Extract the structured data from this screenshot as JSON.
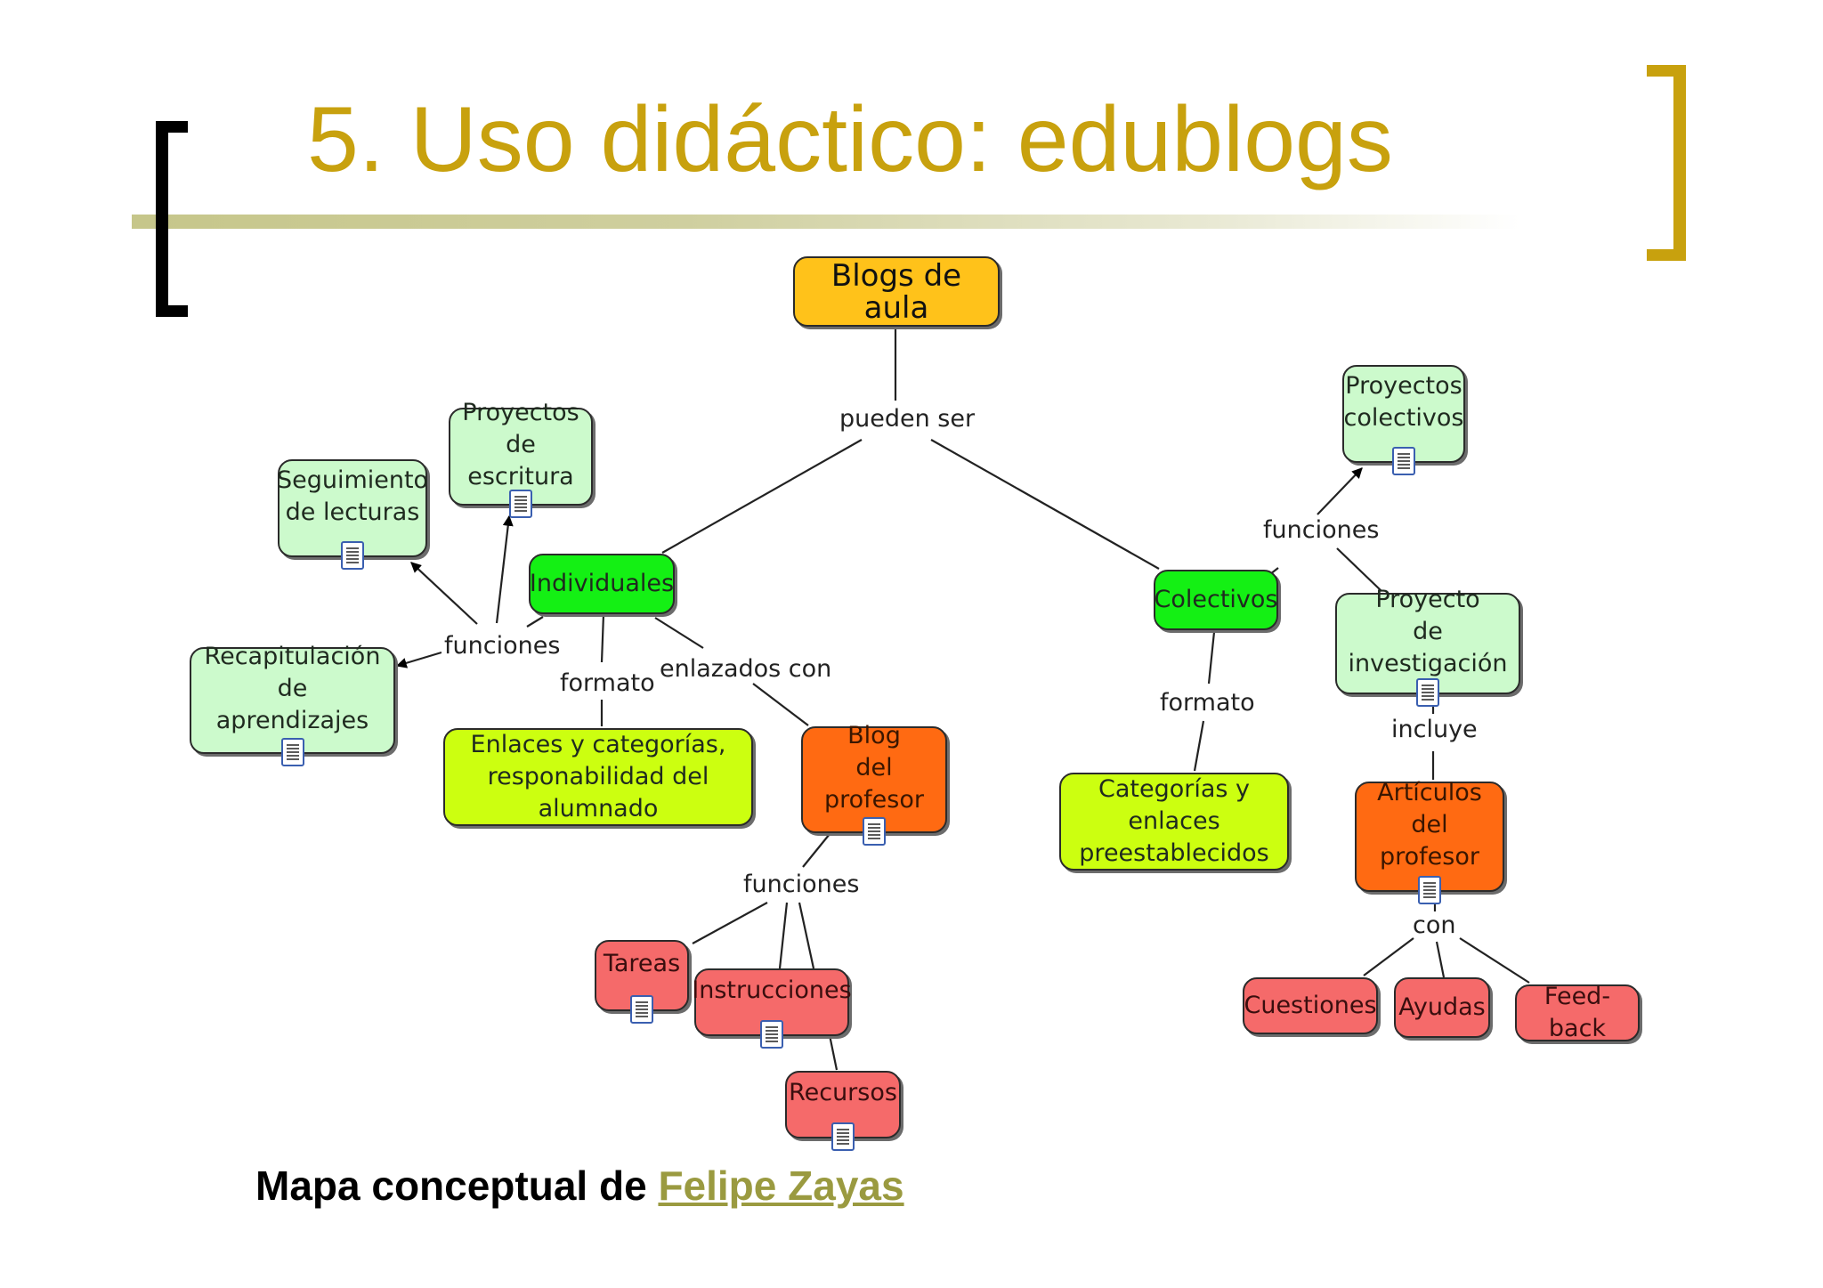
{
  "title": "5. Uso didáctico: edublogs",
  "caption": {
    "prefix": "Mapa conceptual de ",
    "author": "Felipe Zayas"
  },
  "colors": {
    "title": "#c8a10e",
    "root": "#ffc21a",
    "light_green": "#ccfacc",
    "green": "#14f014",
    "lime": "#ccff10",
    "orange": "#ff6a12",
    "salmon": "#f56a6a"
  },
  "nodes": {
    "blogs_de_aula": "Blogs de aula",
    "individuales": "Individuales",
    "colectivos": "Colectivos",
    "seguimiento_lecturas": "Seguimiento\nde  lecturas",
    "proyectos_escritura": "Proyectos\nde escritura",
    "recapitulacion": "Recapitulación de\naprendizajes",
    "enlaces_categorias": "Enlaces y categorías,\nresponabilidad del alumnado",
    "blog_profesor": "Blog\ndel profesor",
    "tareas": "Tareas",
    "instrucciones": "Instrucciones",
    "recursos": "Recursos",
    "categorias_enlaces": "Categorías y enlaces\npreestablecidos",
    "proyectos_colectivos": "Proyectos\ncolectivos",
    "proyecto_investigacion": "Proyecto\nde investigación",
    "articulos_profesor": "Artículos del\nprofesor",
    "cuestiones": "Cuestiones",
    "ayudas": "Ayudas",
    "feedback": "Feed-back"
  },
  "links": {
    "pueden_ser": "pueden ser",
    "funciones_individuales": "funciones",
    "formato_individuales": "formato",
    "enlazados_con": "enlazados con",
    "funciones_blog_profesor": "funciones",
    "funciones_colectivos": "funciones",
    "formato_colectivos": "formato",
    "incluye": "incluye",
    "con": "con"
  },
  "icons": [
    "document-icon"
  ]
}
